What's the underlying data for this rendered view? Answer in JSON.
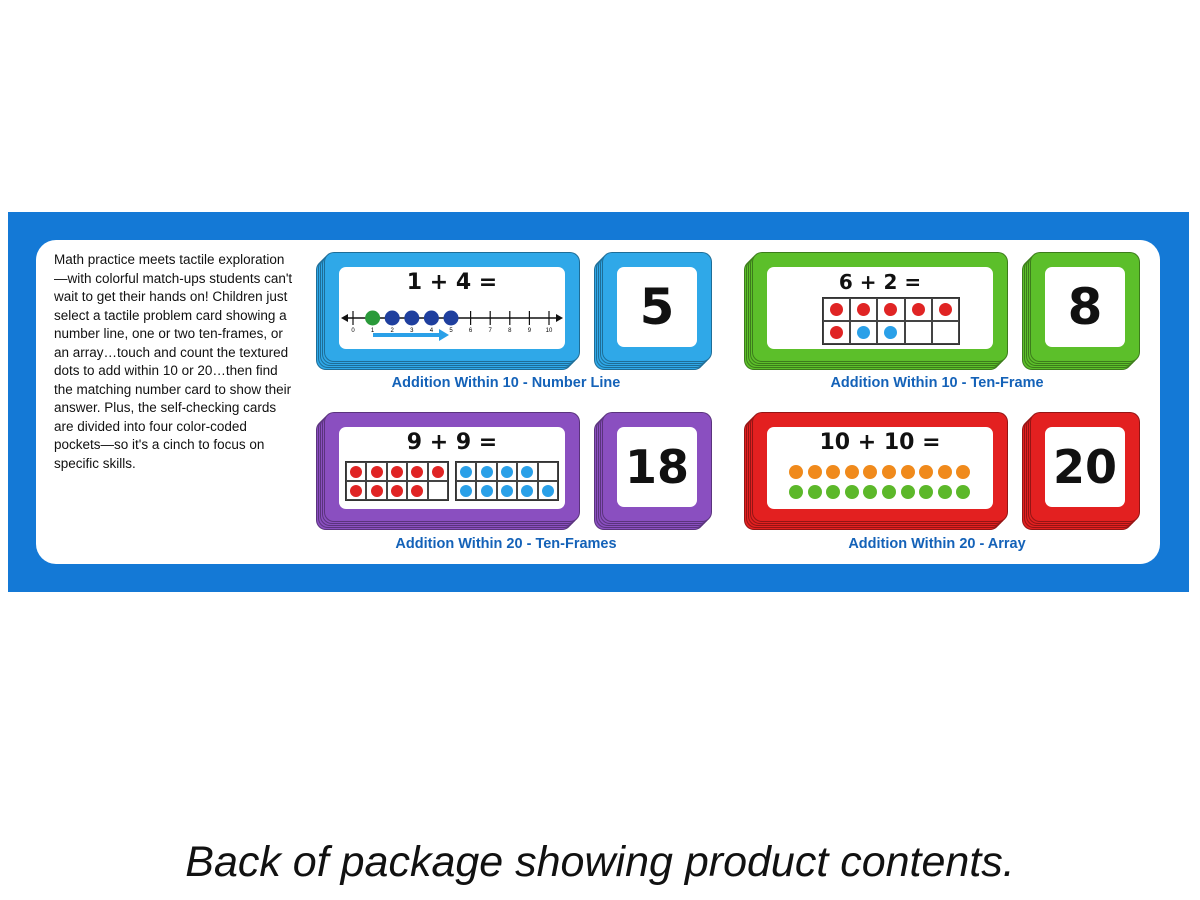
{
  "description": "Math practice meets tactile exploration—with colorful match-ups students can't wait to get their hands on! Children just select a tactile problem card showing a number line, one or two ten-frames, or an array…touch and count the textured dots to add within 10 or 20…then find the matching number card to show their answer. Plus, the self-checking cards are divided into four color-coded pockets—so it's a cinch to focus on specific skills.",
  "colors": {
    "banner": "#1479d6",
    "blue_card": "#2fa8e8",
    "green_card": "#5cbf2a",
    "purple_card": "#8a4fc0",
    "red_card": "#e32020",
    "dot_red": "#e02424",
    "dot_blue": "#2aa0e8",
    "dot_navy": "#1f3f9e",
    "dot_green": "#2a9a3a",
    "dot_orange": "#f08a1c",
    "dot_lime": "#5cb82a",
    "caption": "#1462b8"
  },
  "sets": [
    {
      "caption": "Addition Within 10 - Number Line",
      "equation": "1 + 4 =",
      "answer": "5",
      "number_line_ticks": [
        "0",
        "1",
        "2",
        "3",
        "4",
        "5",
        "6",
        "7",
        "8",
        "9",
        "10"
      ]
    },
    {
      "caption": "Addition Within 10 - Ten-Frame",
      "equation": "6 + 2 =",
      "answer": "8"
    },
    {
      "caption": "Addition Within 20 - Ten-Frames",
      "equation": "9 + 9 =",
      "answer": "18"
    },
    {
      "caption": "Addition Within 20 - Array",
      "equation": "10 + 10 =",
      "answer": "20"
    }
  ],
  "footer": "Back of package showing product contents."
}
